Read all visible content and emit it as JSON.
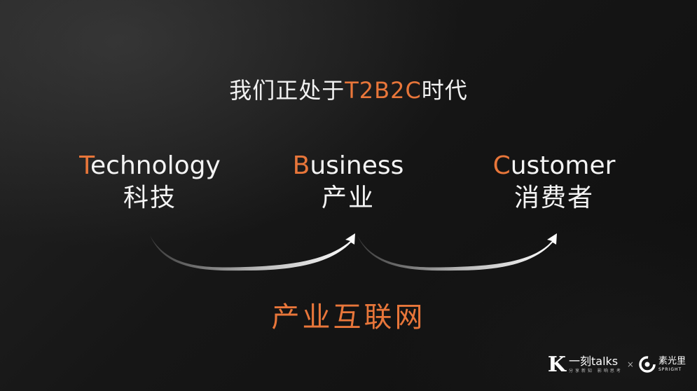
{
  "headline": {
    "prefix": "我们正处于",
    "accent": "T2B2C",
    "suffix": "时代"
  },
  "columns": [
    {
      "initial": "T",
      "rest": "echnology",
      "cn": "科技"
    },
    {
      "initial": "B",
      "rest": "usiness",
      "cn": "产业"
    },
    {
      "initial": "C",
      "rest": "ustomer",
      "cn": "消费者"
    }
  ],
  "bottom_title": "产业互联网",
  "branding": {
    "k_mark": "K",
    "name": "一刻talks",
    "slogan": "分享新知 影响思考",
    "separator": "×",
    "partner_cn": "素光里",
    "partner_en": "SPRIGHT"
  },
  "colors": {
    "accent": "#e8763a",
    "text": "#f4f4f4",
    "background": "#141414"
  }
}
